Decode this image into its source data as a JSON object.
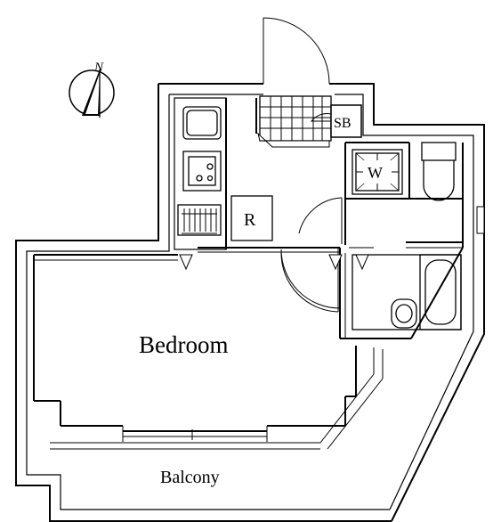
{
  "labels": {
    "north": "N",
    "bedroom": "Bedroom",
    "balcony": "Balcony",
    "refrigerator": "R",
    "shoe_box": "SB",
    "washer": "W"
  },
  "colors": {
    "line": "#000000",
    "background": "#ffffff"
  }
}
